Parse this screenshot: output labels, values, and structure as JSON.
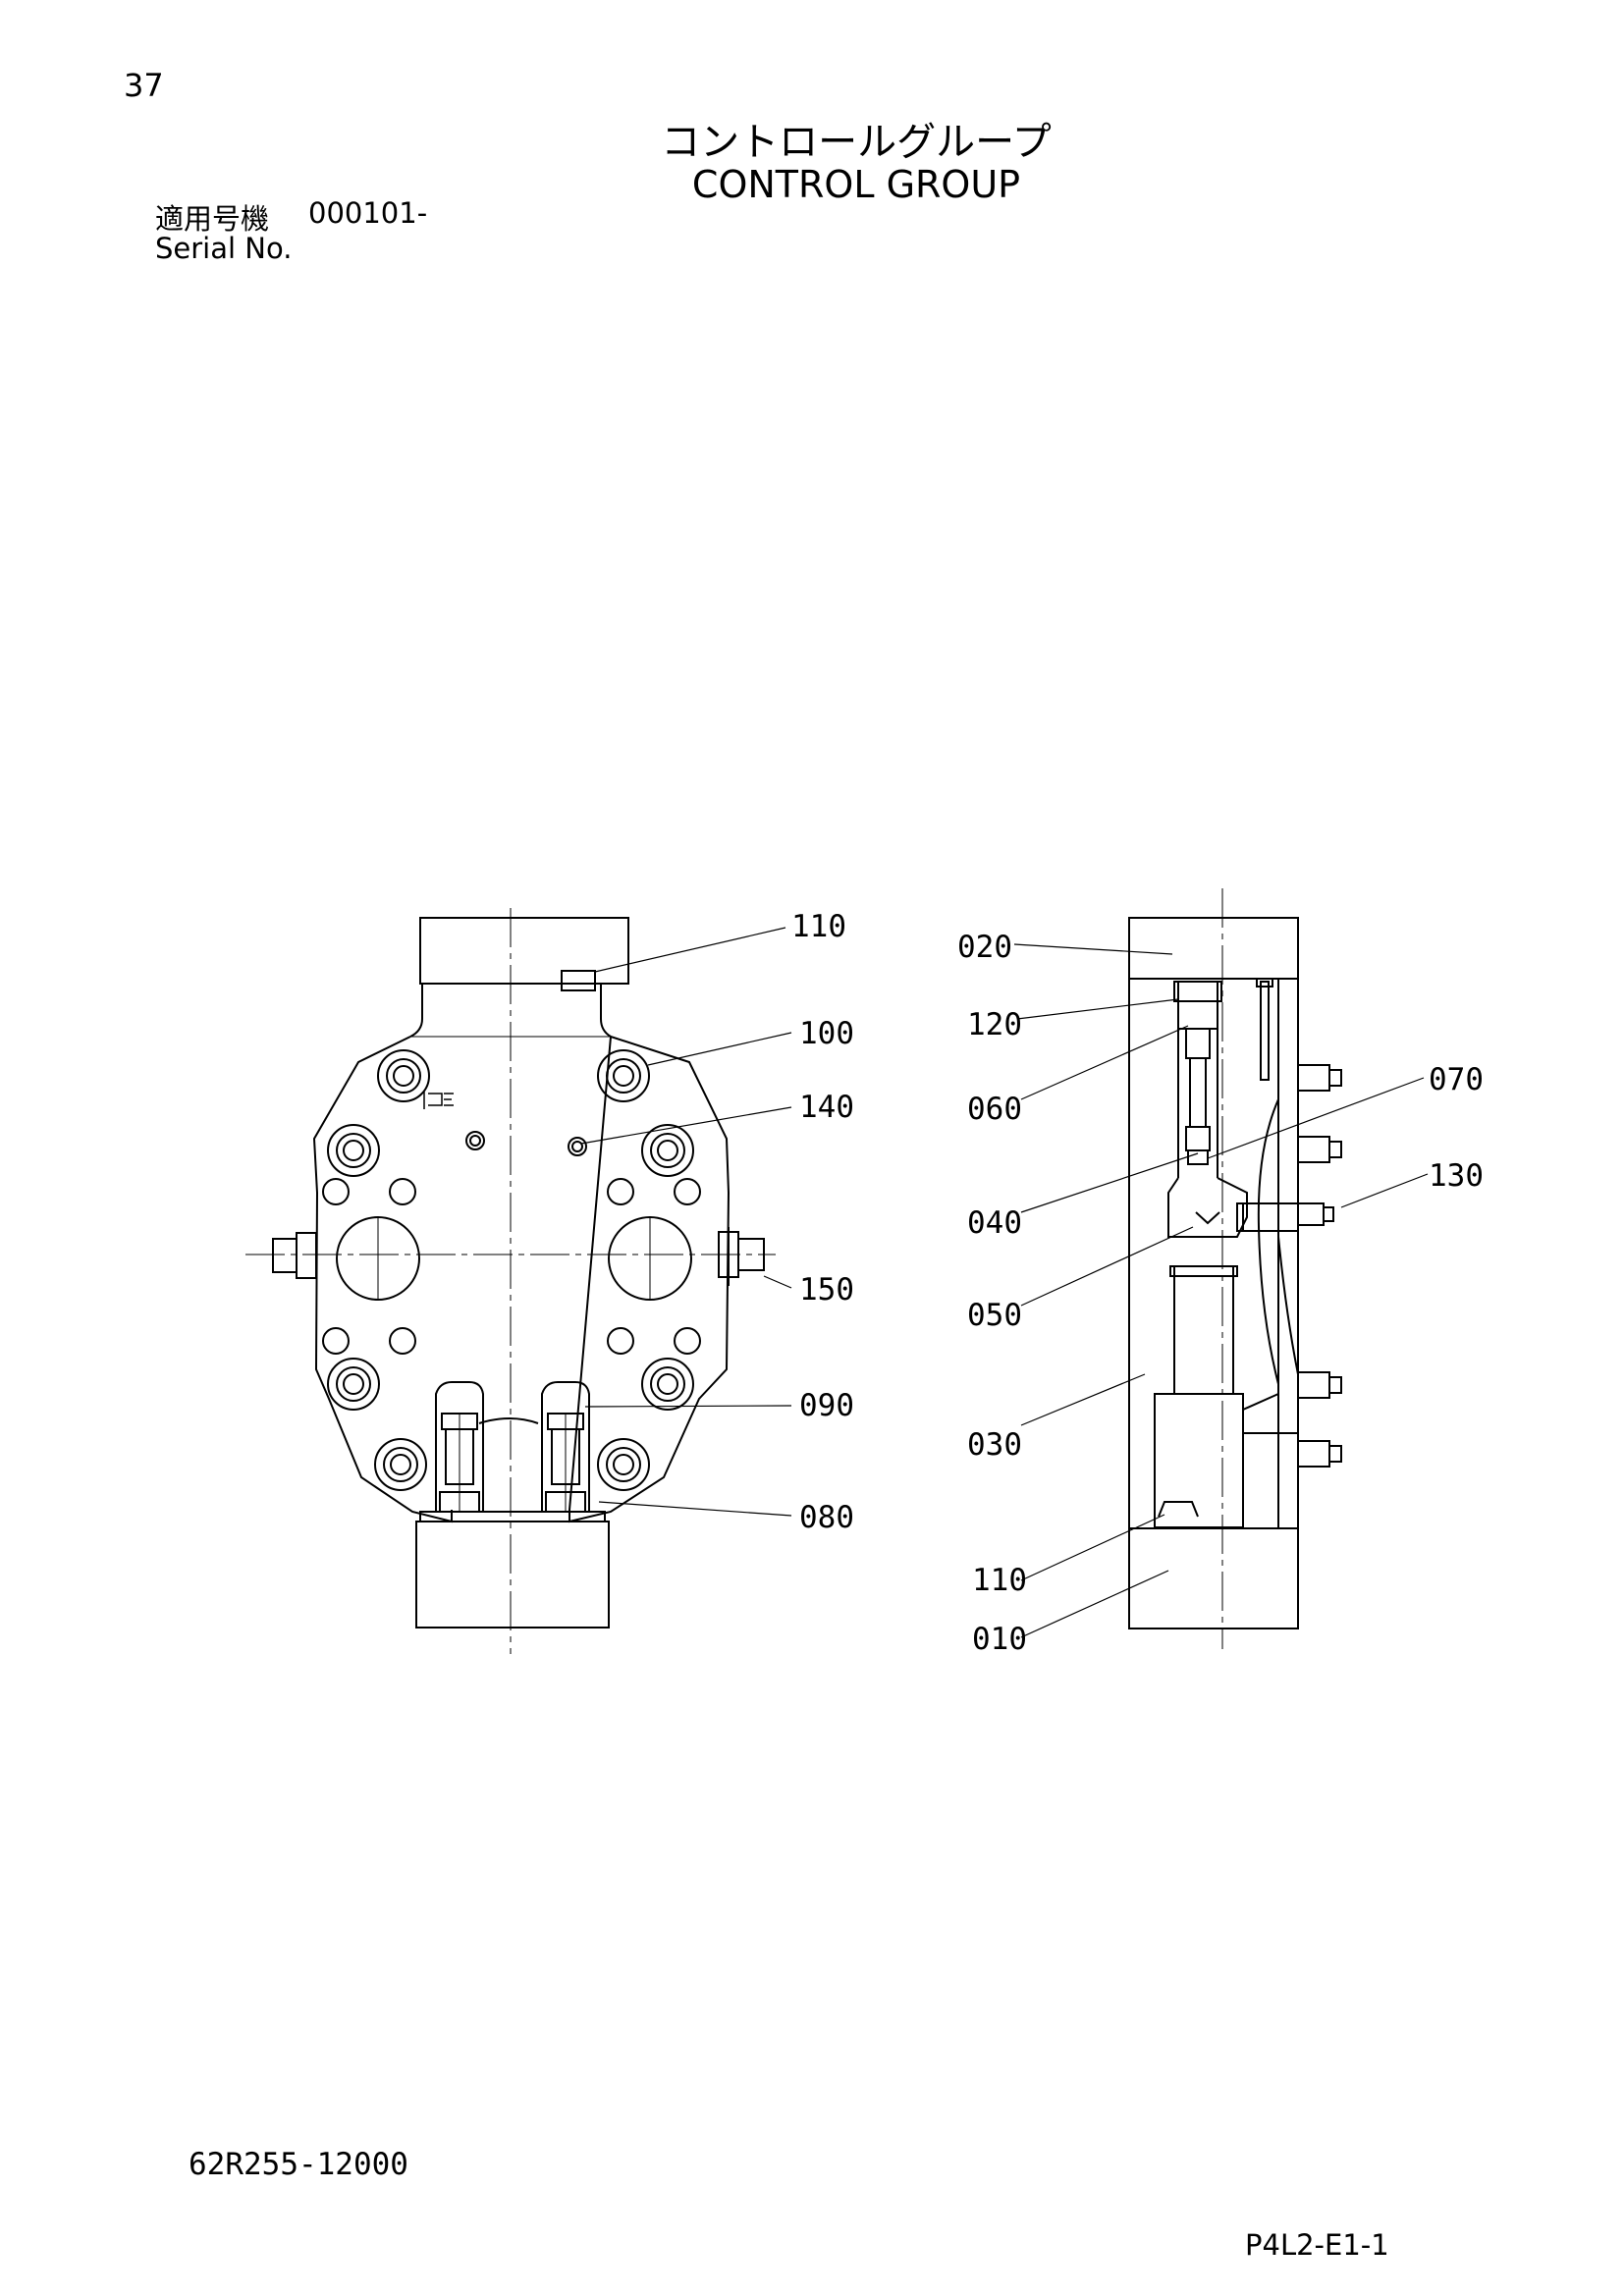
{
  "header": {
    "page_number": "37",
    "title_jp": "コントロールグループ",
    "title_en": "CONTROL GROUP",
    "serial_label_jp": "適用号機",
    "serial_value": "000101-",
    "serial_label_en": "Serial No."
  },
  "callouts_front": [
    "110",
    "100",
    "140",
    "150",
    "090",
    "080"
  ],
  "callouts_side": [
    "020",
    "120",
    "060",
    "070",
    "040",
    "130",
    "050",
    "030",
    "110",
    "010"
  ],
  "footer": {
    "drawing_number": "62R255-12000",
    "page_code": "P4L2-E1-1"
  }
}
